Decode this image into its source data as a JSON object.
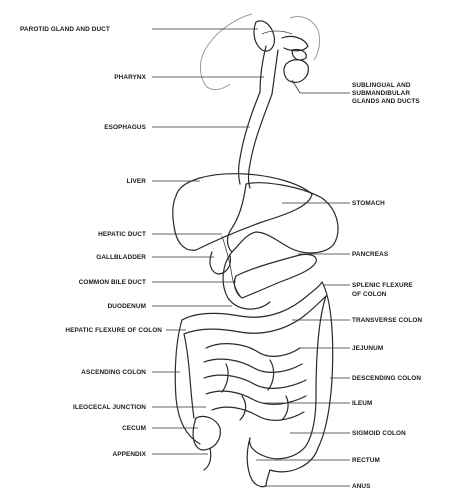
{
  "labels": {
    "parotid": "PAROTID GLAND AND DUCT",
    "pharynx": "PHARYNX",
    "sublingual_1": "SUBLINGUAL AND",
    "sublingual_2": "SUBMANDIBULAR",
    "sublingual_3": "GLANDS AND DUCTS",
    "esophagus": "ESOPHAGUS",
    "liver": "LIVER",
    "stomach": "STOMACH",
    "hepatic_duct": "HEPATIC DUCT",
    "gallbladder": "GALLBLADDER",
    "pancreas": "PANCREAS",
    "common_bile_duct": "COMMON BILE DUCT",
    "splenic_1": "SPLENIC FLEXURE",
    "splenic_2": "OF COLON",
    "duodenum": "DUODENUM",
    "hepatic_flexure": "HEPATIC FLEXURE OF COLON",
    "transverse": "TRANSVERSE COLON",
    "jejunum": "JEJUNUM",
    "ascending": "ASCENDING COLON",
    "descending": "DESCENDING COLON",
    "ileocecal": "ILEOCECAL JUNCTION",
    "ileum": "ILEUM",
    "cecum": "CECUM",
    "sigmoid": "SIGMOID COLON",
    "appendix": "APPENDIX",
    "rectum": "RECTUM",
    "anus": "ANUS"
  }
}
